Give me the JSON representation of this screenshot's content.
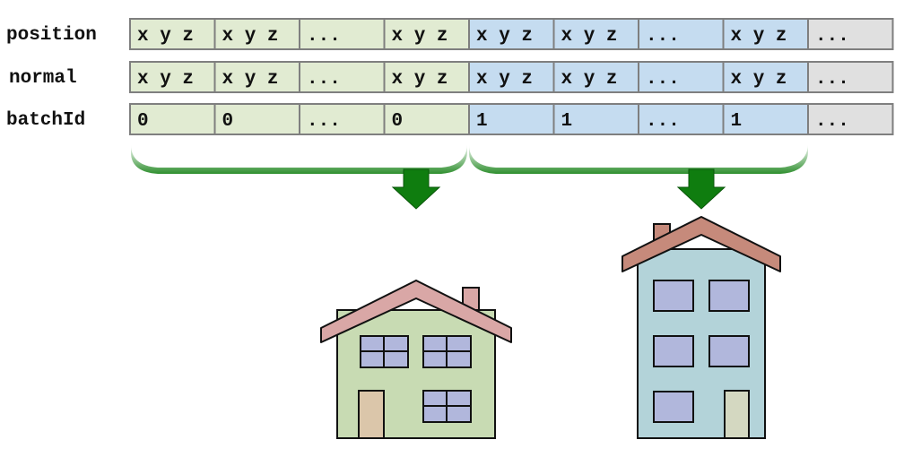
{
  "diagram": {
    "rows": [
      {
        "label": "position",
        "cells": [
          "x y z",
          "x y z",
          "...",
          "x y z",
          "x y z",
          "x y z",
          "...",
          "x y z",
          "..."
        ]
      },
      {
        "label": "normal",
        "cells": [
          "x y z",
          "x y z",
          "...",
          "x y z",
          "x y z",
          "x y z",
          "...",
          "x y z",
          "..."
        ]
      },
      {
        "label": "batchId",
        "cells": [
          "0",
          "0",
          "...",
          "0",
          "1",
          "1",
          "...",
          "1",
          "..."
        ]
      }
    ],
    "cell_groups": [
      "batch-0",
      "batch-0",
      "batch-0",
      "batch-0",
      "batch-1",
      "batch-1",
      "batch-1",
      "batch-1",
      "other"
    ],
    "colors": {
      "batch_0_fill": "#e1ebd2",
      "batch_1_fill": "#c5dcf0",
      "other_fill": "#e0e0e0",
      "cell_border": "#7f7f7f",
      "arrow_green": "#0f7d0f",
      "house_small_wall": "#c8dbb3",
      "house_small_roof": "#d9a7a6",
      "house_tall_wall": "#b3d3d9",
      "house_tall_roof": "#c68a7b",
      "window": "#b1b7dc",
      "door_small": "#dbc6aa",
      "door_tall": "#d4d8c1"
    },
    "icons": [
      "house-small-icon",
      "house-tall-icon",
      "down-arrow-icon"
    ]
  }
}
